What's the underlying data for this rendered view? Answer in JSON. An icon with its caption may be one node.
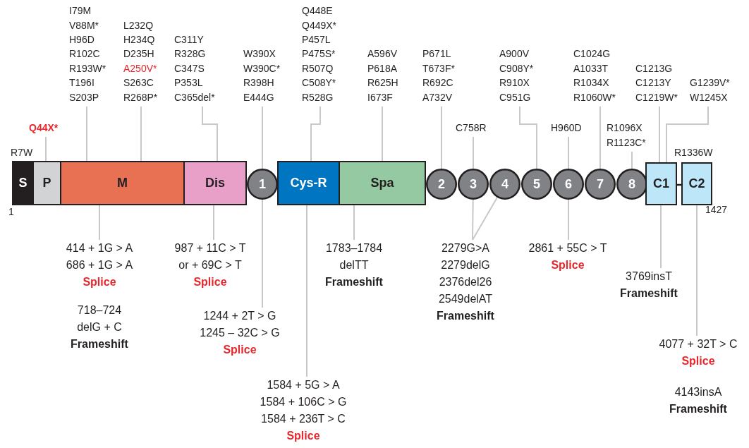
{
  "diagram": {
    "nodes": [
      {
        "text": [
          "I79M",
          "V88M*",
          "H96D",
          "R102C",
          "R193W*",
          "T196I",
          "S203P"
        ]
      },
      {
        "text": [
          "L232Q",
          "H234Q",
          "D235H",
          "A250V*",
          "S263C",
          "R268P*"
        ]
      },
      {
        "text": [
          "C311Y",
          "R328G",
          "C347S",
          "P353L",
          "C365del*"
        ]
      },
      {
        "text": [
          "W390X",
          "W390C*",
          "R398H",
          "E444G"
        ]
      },
      {
        "text": [
          "Q448E",
          "Q449X*",
          "P457L",
          "P475S*",
          "R507Q",
          "C508Y*",
          "R528G"
        ]
      },
      {
        "text": [
          "A596V",
          "P618A",
          "R625H",
          "I673F"
        ]
      },
      {
        "text": [
          "P671L",
          "T673F*",
          "R692C",
          "A732V"
        ]
      },
      {
        "text": [
          "C758R"
        ]
      },
      {
        "text": [
          "A900V",
          "C908Y*",
          "R910X",
          "C951G"
        ]
      },
      {
        "text": [
          "H960D"
        ]
      },
      {
        "text": [
          "C1024G",
          "A1033T",
          "R1034X",
          "R1060W*"
        ]
      },
      {
        "text": [
          "R1096X",
          "R1123C*"
        ]
      },
      {
        "text": [
          "C1213G",
          "C1213Y",
          "C1219W*"
        ]
      },
      {
        "text": [
          "G1239V*",
          "W1245X"
        ]
      },
      {
        "text": [
          "Q44X*"
        ]
      },
      {
        "text": [
          "S"
        ]
      },
      {
        "text": [
          "P"
        ]
      },
      {
        "text": [
          "M"
        ]
      },
      {
        "text": [
          "Dis"
        ]
      },
      {
        "text": [
          "1"
        ]
      },
      {
        "text": [
          "Cys-R"
        ]
      },
      {
        "text": [
          "Spa"
        ]
      },
      {
        "text": [
          "2"
        ]
      },
      {
        "text": [
          "3"
        ]
      },
      {
        "text": [
          "4"
        ]
      },
      {
        "text": [
          "5"
        ]
      },
      {
        "text": [
          "6"
        ]
      },
      {
        "text": [
          "7"
        ]
      },
      {
        "text": [
          "8"
        ]
      },
      {
        "text": [
          "C1"
        ]
      },
      {
        "text": [
          "C2"
        ]
      },
      {
        "text": [
          "414 + 1G > A",
          "686 + 1G > A",
          "Splice",
          "718–724 delG + C",
          "Frameshift"
        ]
      },
      {
        "text": [
          "987 + 11C > T or + 69C > T",
          "Splice"
        ]
      },
      {
        "text": [
          "1244 + 2T > G",
          "1245 – 32C > G",
          "Splice"
        ]
      },
      {
        "text": [
          "1584 + 5G > A",
          "1584 + 106C > G",
          "1584 + 236T > C",
          "Splice"
        ]
      },
      {
        "text": [
          "1783–1784 delTT",
          "Frameshift"
        ]
      },
      {
        "text": [
          "2279G>A",
          "2279delG",
          "2376del26",
          "2549delAT",
          "Frameshift"
        ]
      },
      {
        "text": [
          "2861 + 55C > T",
          "Splice"
        ]
      },
      {
        "text": [
          "3769insT",
          "Frameshift"
        ]
      },
      {
        "text": [
          "4077 + 32T > C",
          "Splice",
          "4143insA",
          "Frameshift"
        ]
      }
    ],
    "edges": [
      {
        "from": 0,
        "to": 17,
        "arrow": "none"
      },
      {
        "from": 1,
        "to": 17,
        "arrow": "none"
      },
      {
        "from": 2,
        "to": 18,
        "arrow": "none"
      },
      {
        "from": 3,
        "to": 19,
        "arrow": "none"
      },
      {
        "from": 4,
        "to": 20,
        "arrow": "none"
      },
      {
        "from": 5,
        "to": 21,
        "arrow": "none"
      },
      {
        "from": 6,
        "to": 22,
        "arrow": "none"
      },
      {
        "from": 7,
        "to": 23,
        "arrow": "none"
      },
      {
        "from": 8,
        "to": 25,
        "arrow": "none"
      },
      {
        "from": 9,
        "to": 26,
        "arrow": "none"
      },
      {
        "from": 10,
        "to": 27,
        "arrow": "none"
      },
      {
        "from": 11,
        "to": 28,
        "arrow": "none"
      },
      {
        "from": 12,
        "to": 29,
        "arrow": "none"
      },
      {
        "from": 13,
        "to": 29,
        "arrow": "none"
      },
      {
        "from": 14,
        "to": 16,
        "arrow": "none"
      },
      {
        "from": 29,
        "to": 30,
        "arrow": "none",
        "color": "#231f20"
      },
      {
        "from": 31,
        "to": 17,
        "arrow": "none"
      },
      {
        "from": 32,
        "to": 18,
        "arrow": "none"
      },
      {
        "from": 33,
        "to": 19,
        "arrow": "none"
      },
      {
        "from": 34,
        "to": 20,
        "arrow": "none"
      },
      {
        "from": 35,
        "to": 21,
        "arrow": "none"
      },
      {
        "from": 36,
        "to": 23,
        "arrow": "none"
      },
      {
        "from": 36,
        "to": 24,
        "arrow": "none"
      },
      {
        "from": 37,
        "to": 26,
        "arrow": "none"
      },
      {
        "from": 38,
        "to": 29,
        "arrow": "none"
      },
      {
        "from": 39,
        "to": 30,
        "arrow": "none"
      }
    ],
    "labels": [
      "R7W",
      "R1336W",
      "1",
      "1427"
    ]
  }
}
